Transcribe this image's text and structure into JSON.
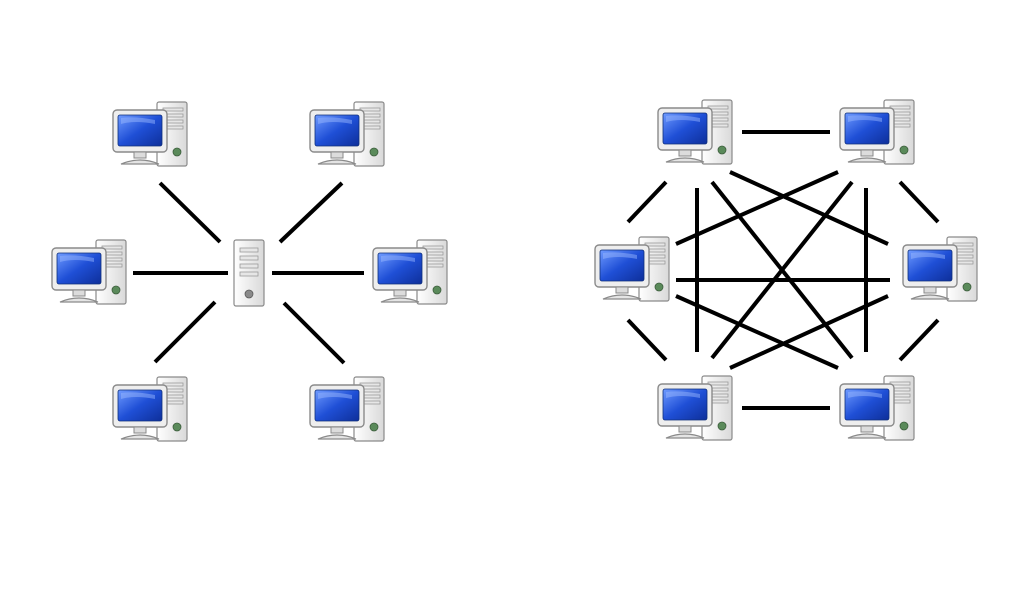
{
  "colors": {
    "background": "#ffffff",
    "link": "#000000",
    "screen_blue": "#1f4fd6",
    "screen_blue_light": "#6f9bff",
    "monitor_body": "#eeeeee",
    "monitor_outline": "#8a8a8a",
    "tower_body": "#f2f2f2",
    "tower_outline": "#8a8a8a",
    "power_green": "#5a8a5a"
  },
  "diagrams": [
    {
      "id": "star-topology",
      "center_node": {
        "icon": "server-tower-icon"
      },
      "outer_nodes": [
        {
          "icon": "computer-icon"
        },
        {
          "icon": "computer-icon"
        },
        {
          "icon": "computer-icon"
        },
        {
          "icon": "computer-icon"
        },
        {
          "icon": "computer-icon"
        },
        {
          "icon": "computer-icon"
        }
      ],
      "links": "each-outer-to-center"
    },
    {
      "id": "mesh-topology",
      "nodes": [
        {
          "icon": "computer-icon"
        },
        {
          "icon": "computer-icon"
        },
        {
          "icon": "computer-icon"
        },
        {
          "icon": "computer-icon"
        },
        {
          "icon": "computer-icon"
        },
        {
          "icon": "computer-icon"
        }
      ],
      "links": "fully-connected"
    }
  ]
}
